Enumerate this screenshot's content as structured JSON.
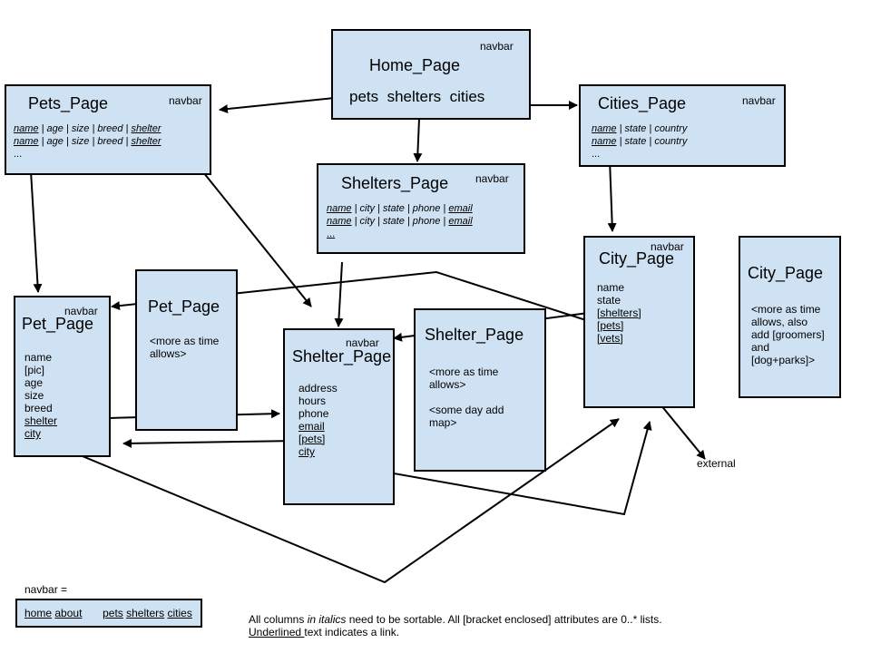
{
  "home": {
    "title": "Home_Page",
    "navbar": "navbar",
    "links": [
      "pets",
      "shelters",
      "cities"
    ]
  },
  "pets_page": {
    "title": "Pets_Page",
    "navbar": "navbar",
    "rows": [
      {
        "name": "name",
        "sep1": " | age | size | breed | ",
        "shelter": "shelter"
      },
      {
        "name": "name",
        "sep1": " | age | size | breed | ",
        "shelter": "shelter"
      }
    ],
    "ellipsis": "..."
  },
  "cities_page": {
    "title": "Cities_Page",
    "navbar": "navbar",
    "rows": [
      {
        "name": "name",
        "rest": " | state | country"
      },
      {
        "name": "name",
        "rest": " | state | country"
      }
    ],
    "ellipsis": "..."
  },
  "shelters_page": {
    "title": "Shelters_Page",
    "navbar": "navbar",
    "rows": [
      {
        "name": "name",
        "mid": " | city | state | phone | ",
        "email": "email"
      },
      {
        "name": "name",
        "mid": " | city | state | phone | ",
        "email": "email"
      }
    ],
    "ellipsis": "..."
  },
  "pet_page": {
    "title": "Pet_Page",
    "navbar": "navbar",
    "attrs": [
      "name",
      "[pic]",
      "age",
      "size",
      "breed"
    ],
    "shelter": "shelter",
    "city": "city"
  },
  "pet_page_2": {
    "title": "Pet_Page",
    "note": [
      "<more as time",
      "allows>"
    ]
  },
  "shelter_page": {
    "title": "Shelter_Page",
    "navbar": "navbar",
    "attrs": [
      "address",
      "hours",
      "phone"
    ],
    "email": "email",
    "pets": "[pets]",
    "city": "city"
  },
  "shelter_page_2": {
    "title": "Shelter_Page",
    "note1": [
      "<more as time",
      "allows>"
    ],
    "note2": [
      "<some day add",
      "map>"
    ]
  },
  "city_page": {
    "title": "City_Page",
    "navbar": "navbar",
    "attrs": [
      "name",
      "state"
    ],
    "shelters": "[shelters]",
    "pets": "[pets]",
    "vets": "[vets]"
  },
  "city_page_2": {
    "title": "City_Page",
    "note": [
      "<more as time",
      "allows, also",
      "add [groomers]",
      "and",
      "[dog+parks]>"
    ]
  },
  "external": "external",
  "legend": {
    "label": "navbar =",
    "home": "home",
    "about": "about",
    "pets": "pets",
    "shelters": "shelters",
    "cities": "cities"
  },
  "footnote": {
    "line1_a": "All columns ",
    "line1_b": "in italics",
    "line1_c": " need to be sortable. All [bracket enclosed] attributes are 0..* lists.",
    "line2_a": "Underlined ",
    "line2_b": "text indicates a link."
  }
}
